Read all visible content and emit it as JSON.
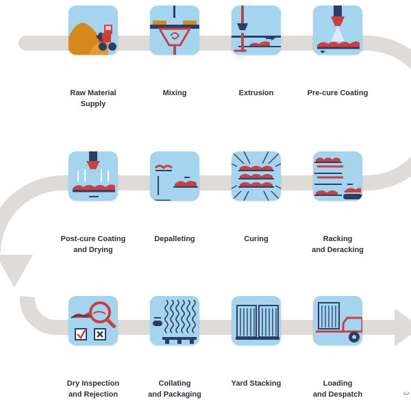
{
  "colors": {
    "tile_bg": "#a5d4ee",
    "accent_red": "#c9403f",
    "navy": "#2c3e66",
    "flow_gray": "#dedbd8",
    "orange": "#d7891c",
    "text": "#2a2f36"
  },
  "steps": [
    {
      "icon": "raw-material-supply-icon",
      "line1": "Raw Material",
      "line2": "Supply"
    },
    {
      "icon": "mixing-icon",
      "line1": "Mixing",
      "line2": ""
    },
    {
      "icon": "extrusion-icon",
      "line1": "Extrusion",
      "line2": ""
    },
    {
      "icon": "pre-cure-coating-icon",
      "line1": "Pre-cure Coating",
      "line2": ""
    },
    {
      "icon": "post-cure-coating-icon",
      "line1": "Post-cure Coating",
      "line2": "and Drying"
    },
    {
      "icon": "depalleting-icon",
      "line1": "Depalleting",
      "line2": ""
    },
    {
      "icon": "curing-icon",
      "line1": "Curing",
      "line2": ""
    },
    {
      "icon": "racking-icon",
      "line1": "Racking",
      "line2": "and Deracking"
    },
    {
      "icon": "dry-inspection-icon",
      "line1": "Dry Inspection",
      "line2": "and Rejection"
    },
    {
      "icon": "collating-packaging-icon",
      "line1": "Collating",
      "line2": "and Packaging"
    },
    {
      "icon": "yard-stacking-icon",
      "line1": "Yard Stacking",
      "line2": ""
    },
    {
      "icon": "loading-despatch-icon",
      "line1": "Loading",
      "line2": "and Despatch"
    }
  ],
  "corner_text": "ت"
}
